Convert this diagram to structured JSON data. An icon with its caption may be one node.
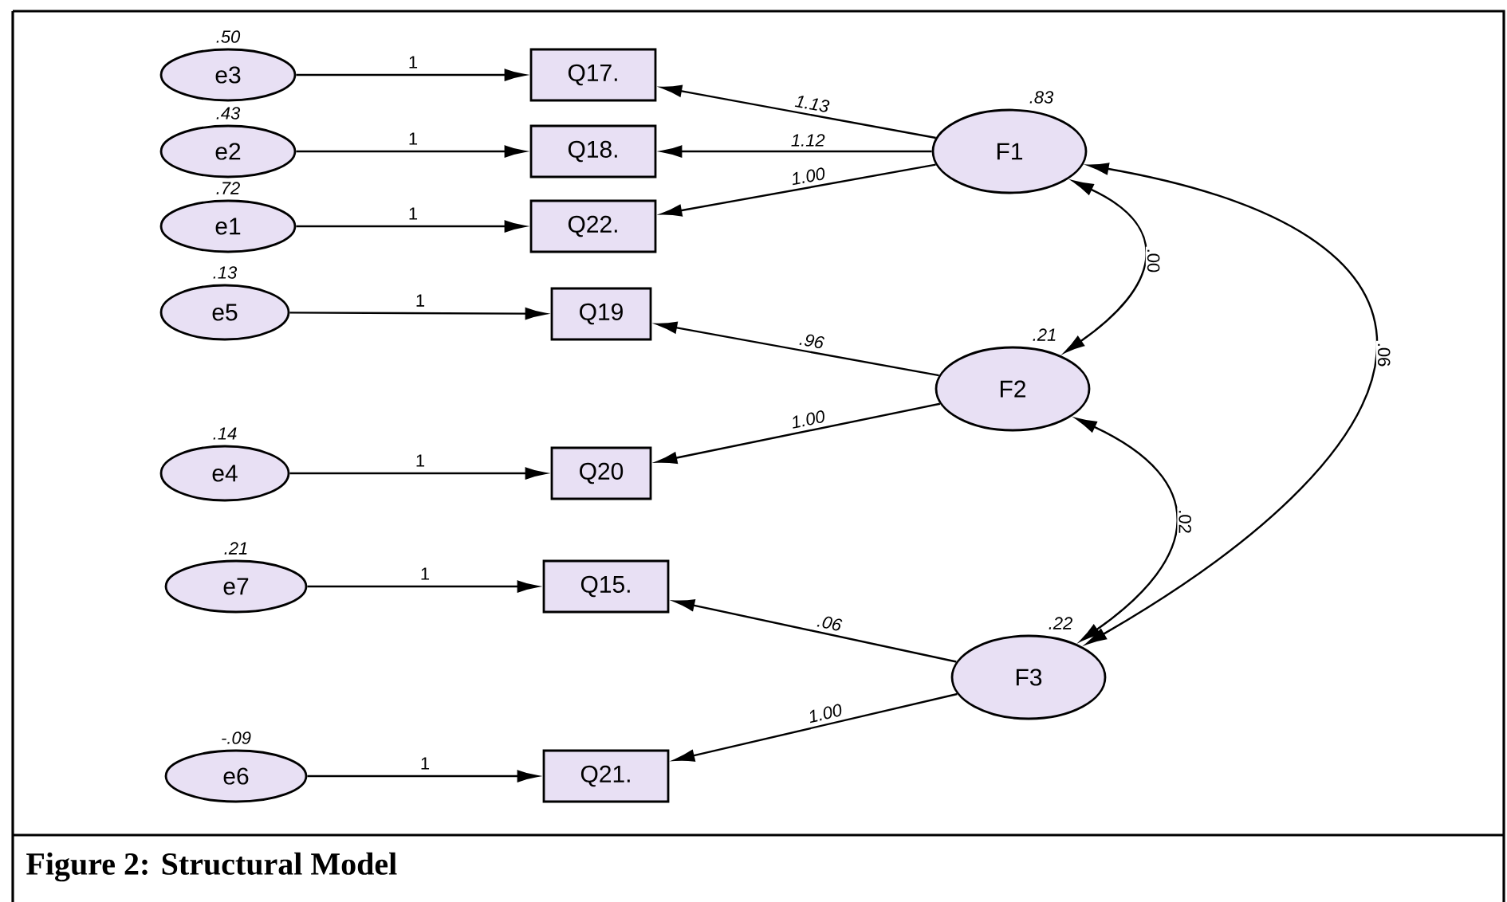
{
  "diagram": {
    "caption": "Figure 2: Structural Model",
    "nodes": [
      {
        "text": [
          "e3"
        ],
        "beside": [
          ".50"
        ]
      },
      {
        "text": [
          "Q17."
        ]
      },
      {
        "text": [
          "e2"
        ],
        "beside": [
          ".43"
        ]
      },
      {
        "text": [
          "Q18."
        ]
      },
      {
        "text": [
          "F1"
        ],
        "beside": [
          ".83"
        ]
      },
      {
        "text": [
          "e1"
        ],
        "beside": [
          ".72"
        ]
      },
      {
        "text": [
          "Q22."
        ]
      },
      {
        "text": [
          "e5"
        ],
        "beside": [
          ".13"
        ]
      },
      {
        "text": [
          "Q19"
        ]
      },
      {
        "text": [
          "F2"
        ],
        "beside": [
          ".21"
        ]
      },
      {
        "text": [
          "e4"
        ],
        "beside": [
          ".14"
        ]
      },
      {
        "text": [
          "Q20"
        ]
      },
      {
        "text": [
          "e7"
        ],
        "beside": [
          ".21"
        ]
      },
      {
        "text": [
          "Q15."
        ]
      },
      {
        "text": [
          "F3"
        ],
        "beside": [
          ".22"
        ]
      },
      {
        "text": [
          "e6"
        ],
        "beside": [
          "-.09"
        ]
      },
      {
        "text": [
          "Q21."
        ]
      }
    ],
    "edges": [
      {
        "from": 0,
        "to": 1,
        "arrow": "to",
        "label": "1"
      },
      {
        "from": 2,
        "to": 3,
        "arrow": "to",
        "label": "1"
      },
      {
        "from": 5,
        "to": 6,
        "arrow": "to",
        "label": "1"
      },
      {
        "from": 7,
        "to": 8,
        "arrow": "to",
        "label": "1"
      },
      {
        "from": 10,
        "to": 11,
        "arrow": "to",
        "label": "1"
      },
      {
        "from": 12,
        "to": 13,
        "arrow": "to",
        "label": "1"
      },
      {
        "from": 15,
        "to": 16,
        "arrow": "to",
        "label": "1"
      },
      {
        "from": 4,
        "to": 1,
        "arrow": "to",
        "label": "1.13"
      },
      {
        "from": 4,
        "to": 3,
        "arrow": "to",
        "label": "1.12"
      },
      {
        "from": 4,
        "to": 6,
        "arrow": "to",
        "label": "1.00"
      },
      {
        "from": 9,
        "to": 8,
        "arrow": "to",
        "label": ".96"
      },
      {
        "from": 9,
        "to": 11,
        "arrow": "to",
        "label": "1.00"
      },
      {
        "from": 14,
        "to": 13,
        "arrow": "to",
        "label": ".06"
      },
      {
        "from": 14,
        "to": 16,
        "arrow": "to",
        "label": "1.00"
      },
      {
        "from": 4,
        "to": 9,
        "arrow": "both",
        "label": ".00"
      },
      {
        "from": 9,
        "to": 14,
        "arrow": "both",
        "label": ".02"
      },
      {
        "from": 4,
        "to": 14,
        "arrow": "both",
        "label": ".06"
      }
    ]
  }
}
